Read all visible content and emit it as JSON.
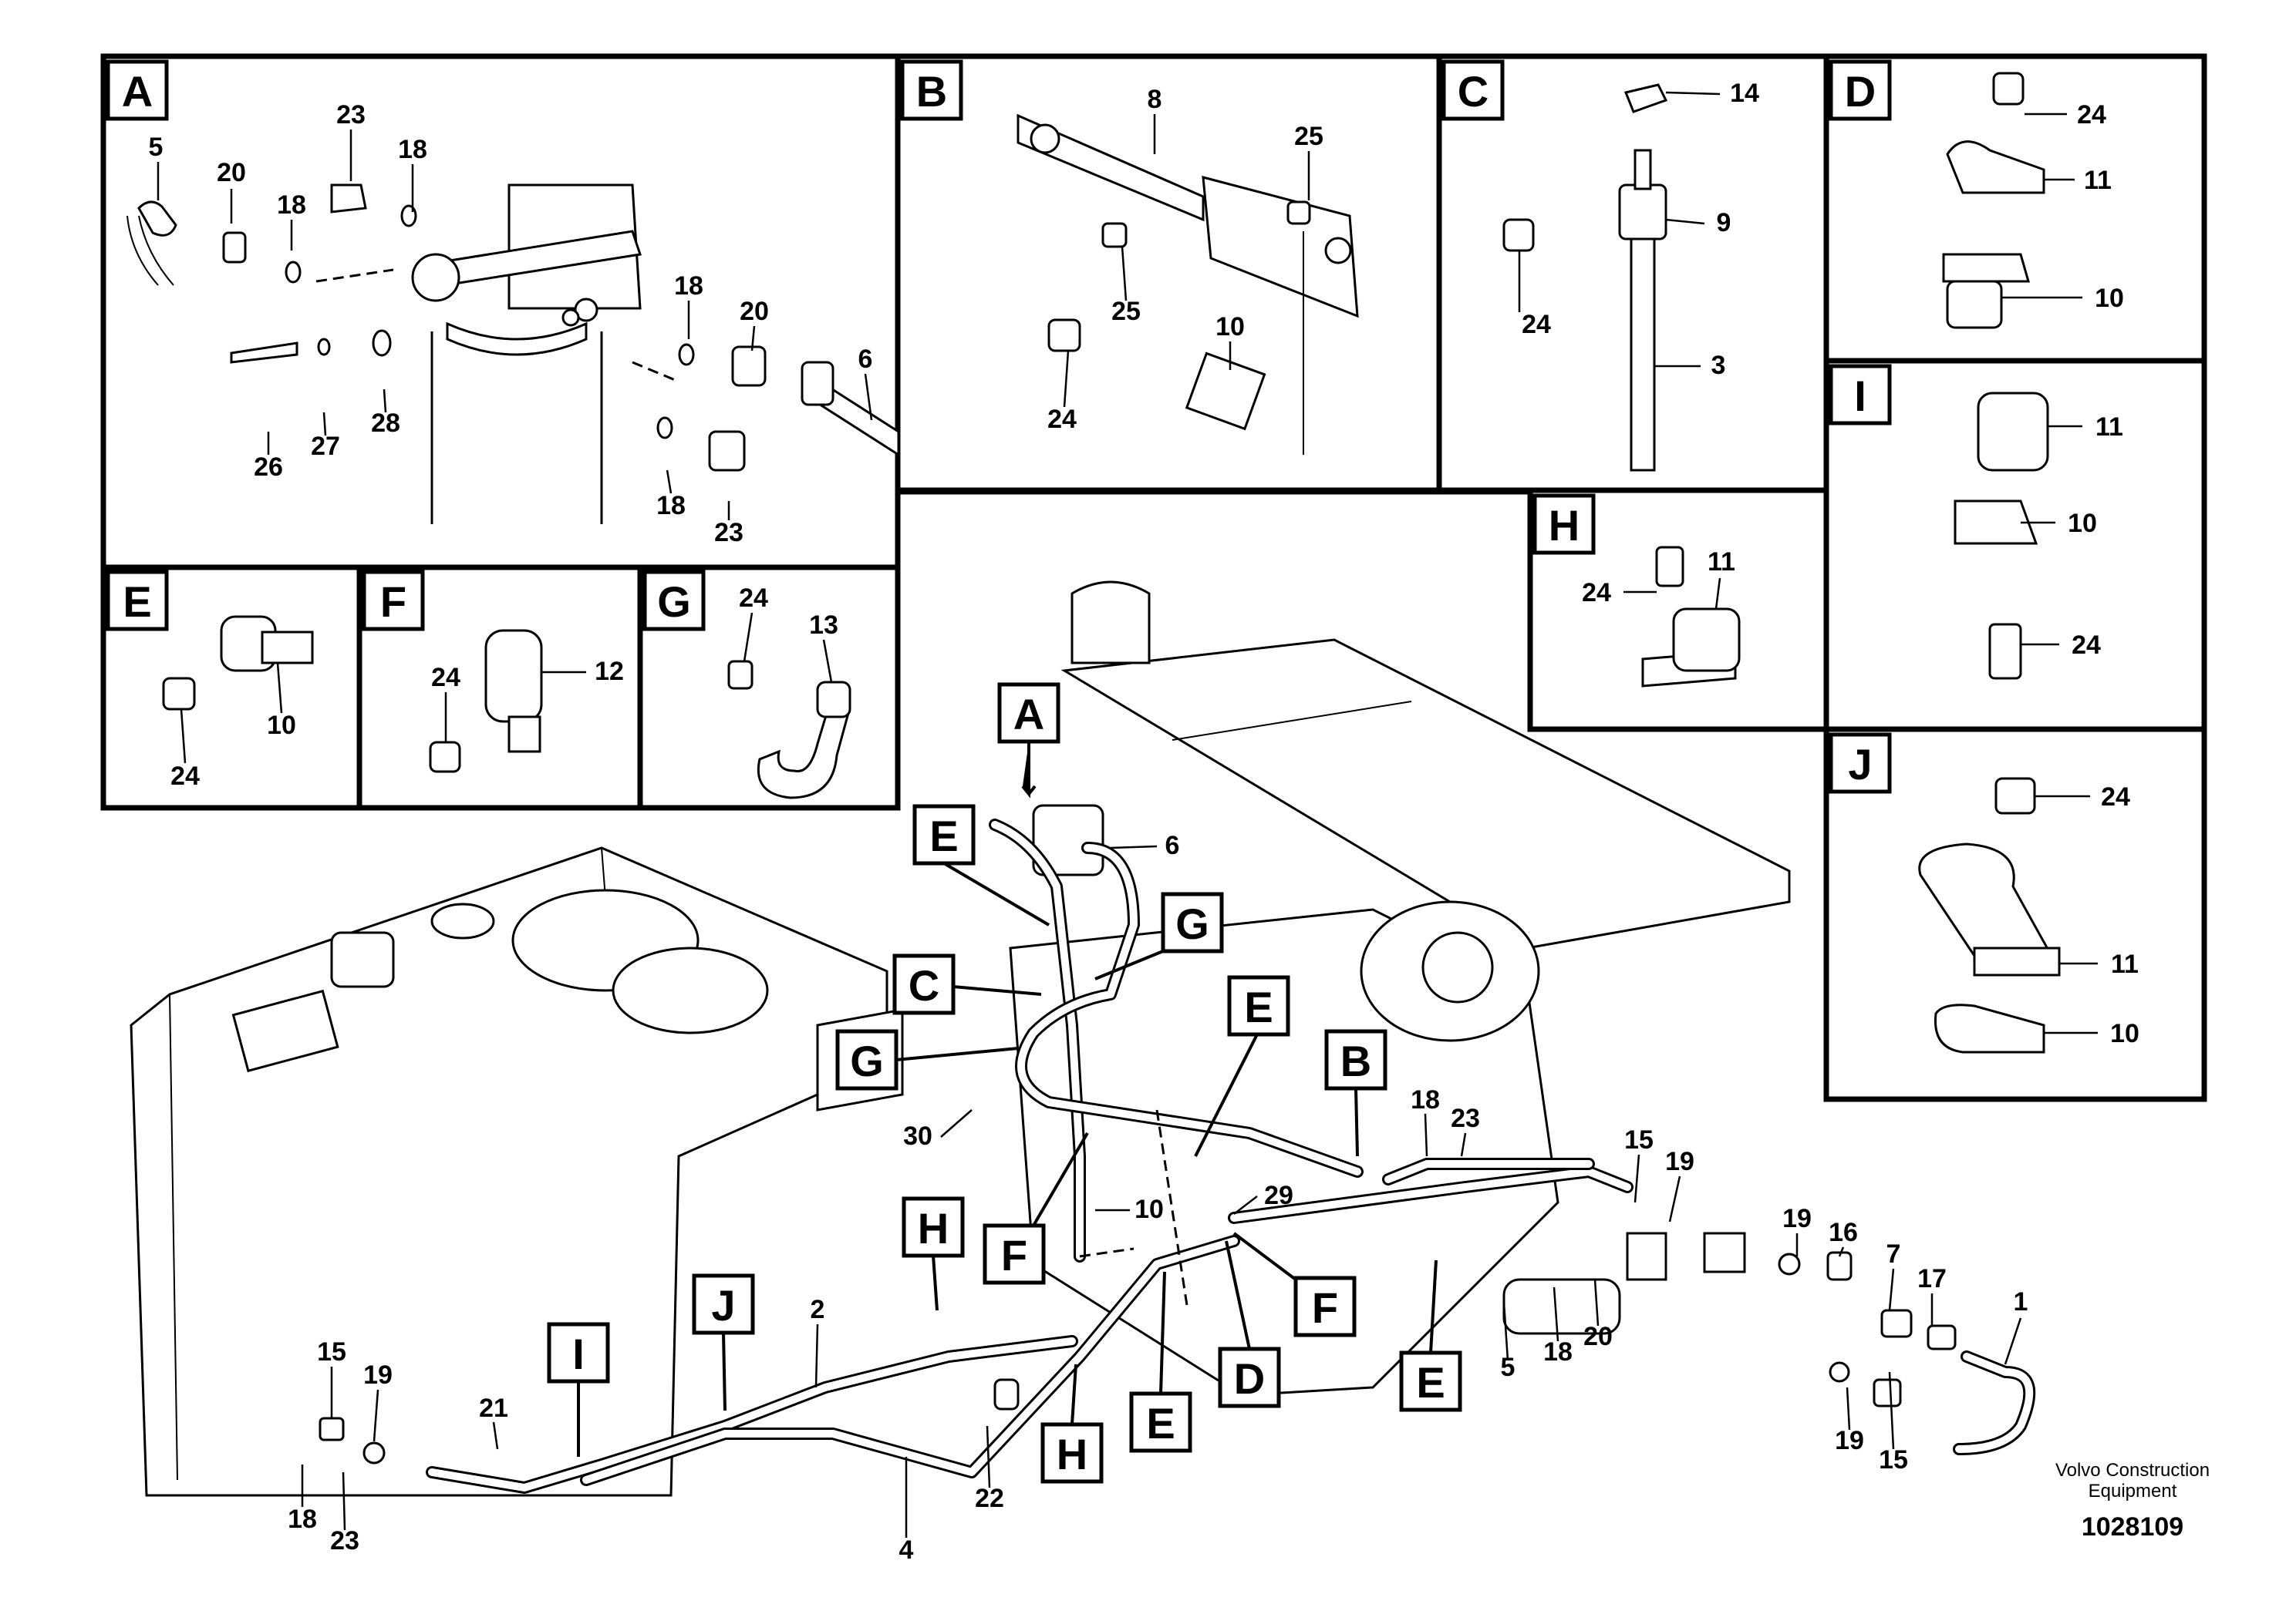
{
  "detail_panels": [
    "A",
    "B",
    "C",
    "D",
    "E",
    "F",
    "G",
    "H",
    "I",
    "J"
  ],
  "main_view_labels": [
    "A",
    "E",
    "G",
    "C",
    "G",
    "E",
    "B",
    "H",
    "F",
    "F",
    "D",
    "J",
    "I",
    "H",
    "E",
    "E"
  ],
  "callouts": {
    "a": [
      "5",
      "20",
      "23",
      "18",
      "18",
      "18",
      "20",
      "6",
      "26",
      "27",
      "28",
      "18",
      "23"
    ],
    "b": [
      "8",
      "25",
      "25",
      "10",
      "24"
    ],
    "c": [
      "14",
      "9",
      "24",
      "3"
    ],
    "d": [
      "24",
      "11",
      "10"
    ],
    "e": [
      "10",
      "24"
    ],
    "f": [
      "24",
      "12"
    ],
    "g": [
      "24",
      "13"
    ],
    "h": [
      "24",
      "11"
    ],
    "i": [
      "11",
      "10",
      "24"
    ],
    "j": [
      "24",
      "11",
      "10"
    ],
    "main": [
      "6",
      "30",
      "10",
      "18",
      "23",
      "29",
      "15",
      "19",
      "19",
      "16",
      "7",
      "17",
      "1",
      "5",
      "18",
      "20",
      "2",
      "15",
      "19",
      "21",
      "4",
      "22",
      "18",
      "23",
      "19",
      "15"
    ]
  },
  "footer": {
    "credit_line1": "Volvo Construction",
    "credit_line2": "Equipment",
    "figure_number": "1028109"
  }
}
